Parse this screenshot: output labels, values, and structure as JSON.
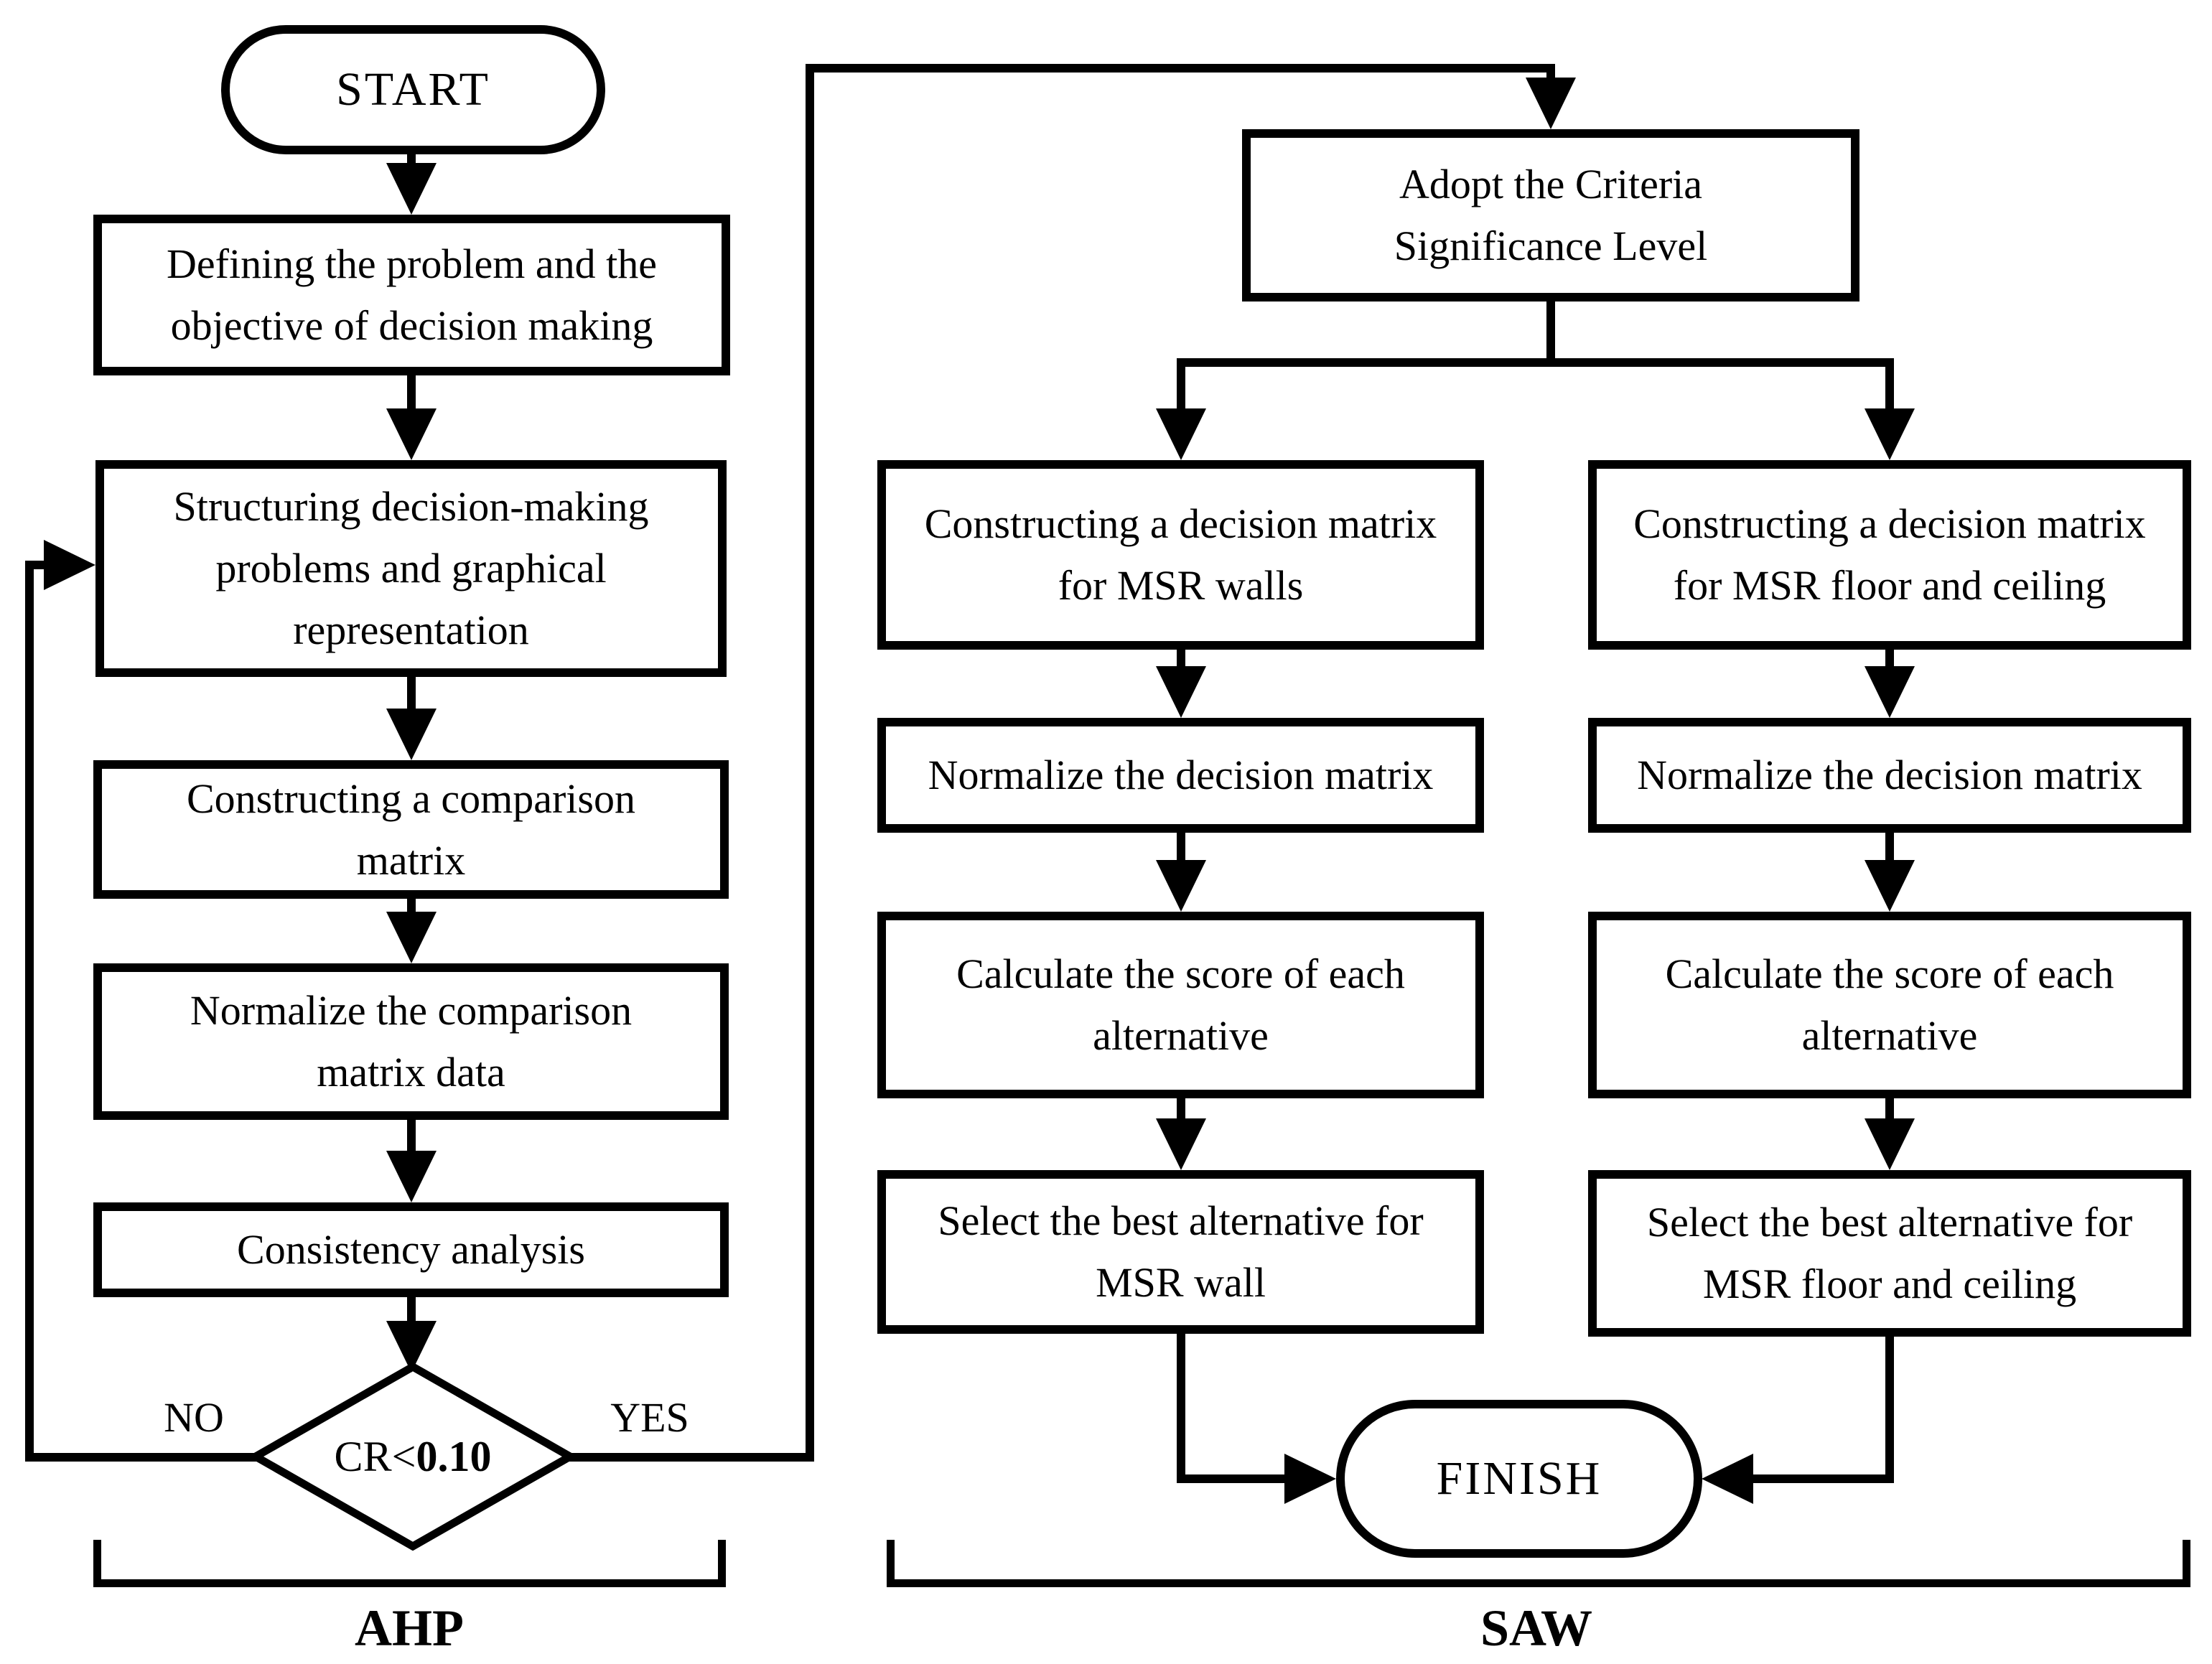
{
  "diagram": {
    "type": "flowchart",
    "colors": {
      "background": "#ffffff",
      "stroke": "#000000",
      "text": "#000000"
    },
    "groups": {
      "ahp_label": "AHP",
      "saw_label": "SAW"
    },
    "decision": {
      "prefix": "CR<",
      "value": "0.10",
      "no_label": "NO",
      "yes_label": "YES"
    },
    "nodes": {
      "start": {
        "lines": [
          "START"
        ]
      },
      "defining": {
        "lines": [
          "Defining the problem and the",
          "objective of decision making"
        ]
      },
      "structuring": {
        "lines": [
          "Structuring decision-making",
          "problems and graphical",
          "representation"
        ]
      },
      "comparison_matrix": {
        "lines": [
          "Constructing a comparison",
          "matrix"
        ]
      },
      "normalize_comparison": {
        "lines": [
          "Normalize the comparison",
          "matrix data"
        ]
      },
      "consistency": {
        "lines": [
          "Consistency analysis"
        ]
      },
      "adopt_criteria": {
        "lines": [
          "Adopt the Criteria",
          "Significance Level"
        ]
      },
      "walls_matrix": {
        "lines": [
          "Constructing a decision matrix",
          "for MSR walls"
        ]
      },
      "walls_normalize": {
        "lines": [
          "Normalize the decision matrix"
        ]
      },
      "walls_score": {
        "lines": [
          "Calculate the score of each",
          "alternative"
        ]
      },
      "walls_select": {
        "lines": [
          "Select the best alternative for",
          "MSR wall"
        ]
      },
      "floor_matrix": {
        "lines": [
          "Constructing a decision matrix",
          "for MSR floor and ceiling"
        ]
      },
      "floor_normalize": {
        "lines": [
          "Normalize the decision matrix"
        ]
      },
      "floor_score": {
        "lines": [
          "Calculate the score of each",
          "alternative"
        ]
      },
      "floor_select": {
        "lines": [
          "Select the best alternative for",
          "MSR floor and ceiling"
        ]
      },
      "finish": {
        "lines": [
          "FINISH"
        ]
      }
    }
  }
}
